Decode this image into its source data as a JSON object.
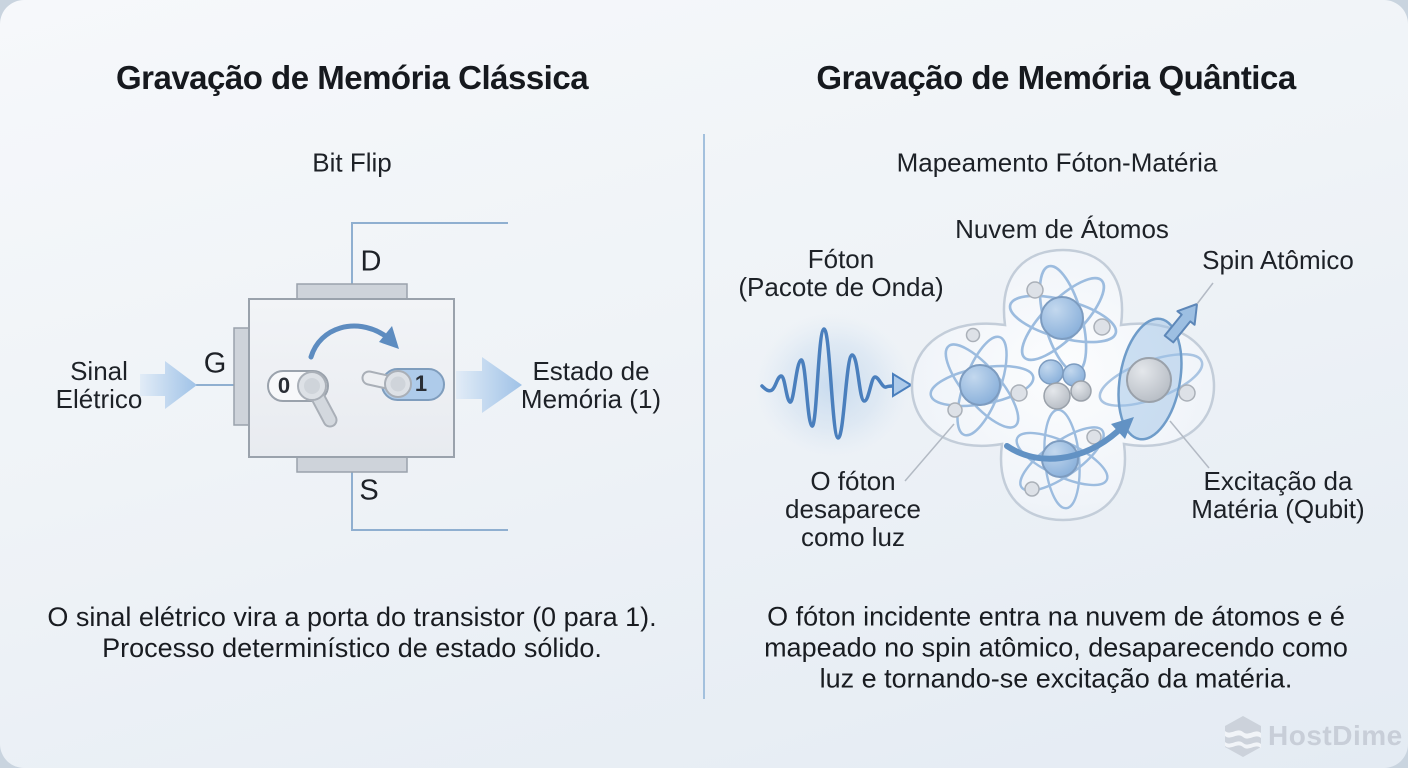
{
  "left_panel": {
    "title": "Gravação de Memória Clássica",
    "subtitle": "Bit Flip",
    "diagram": {
      "terminal_d": "D",
      "terminal_g": "G",
      "terminal_s": "S",
      "input_label_line1": "Sinal",
      "input_label_line2": "Elétrico",
      "output_label_line1": "Estado de",
      "output_label_line2": "Memória (1)",
      "toggle_off_value": "0",
      "toggle_on_value": "1"
    },
    "caption_line1": "O sinal elétrico vira a porta do transistor (0 para 1).",
    "caption_line2": "Processo determinístico de estado sólido."
  },
  "right_panel": {
    "title": "Gravação de Memória Quântica",
    "subtitle": "Mapeamento Fóton-Matéria",
    "diagram": {
      "cloud_label": "Nuvem de Átomos",
      "photon_label_line1": "Fóton",
      "photon_label_line2": "(Pacote de Onda)",
      "spin_label": "Spin Atômico",
      "photon_note_line1": "O fóton",
      "photon_note_line2": "desaparece",
      "photon_note_line3": "como luz",
      "excitation_label_line1": "Excitação da",
      "excitation_label_line2": "Matéria (Qubit)"
    },
    "caption_line1": "O fóton incidente entra na nuvem de átomos e é",
    "caption_line2": "mapeado no spin atômico, desaparecendo como",
    "caption_line3": "luz e tornando-se excitação da matéria."
  },
  "branding": {
    "logo_text": "HostDime",
    "logo_icon": "hexagon-stack-icon"
  },
  "colors": {
    "accent_blue": "#5d8cc0",
    "toggle_on_fill": "#aecbea",
    "divider": "#a3c0dd",
    "text": "#191c21",
    "watermark": "#c8ced8"
  }
}
